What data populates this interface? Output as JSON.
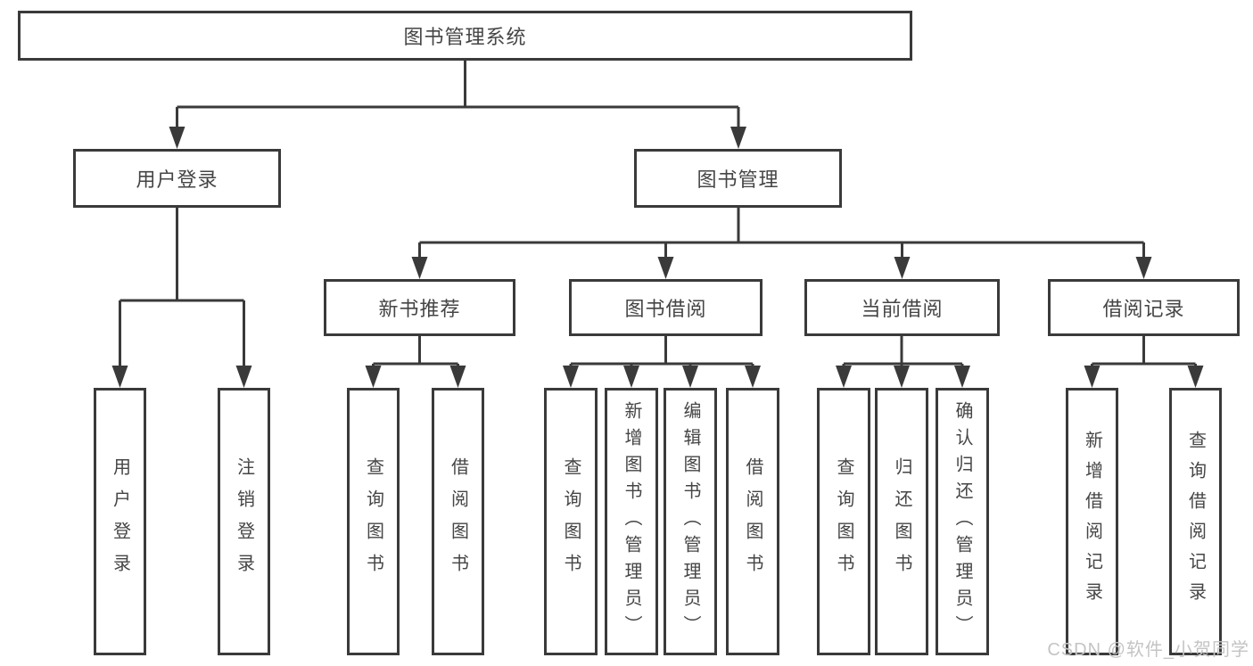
{
  "diagram_title": "图书管理系统",
  "tree": {
    "root": {
      "label": "图书管理系统"
    },
    "branches": [
      {
        "label": "用户登录",
        "children": [
          {
            "label": "用户登录"
          },
          {
            "label": "注销登录"
          }
        ]
      },
      {
        "label": "图书管理",
        "children": [
          {
            "label": "新书推荐",
            "children": [
              {
                "label": "查询图书"
              },
              {
                "label": "借阅图书"
              }
            ]
          },
          {
            "label": "图书借阅",
            "children": [
              {
                "label": "查询图书"
              },
              {
                "label": "新增图书（管理员）"
              },
              {
                "label": "编辑图书（管理员）"
              },
              {
                "label": "借阅图书"
              }
            ]
          },
          {
            "label": "当前借阅",
            "children": [
              {
                "label": "查询图书"
              },
              {
                "label": "归还图书"
              },
              {
                "label": "确认归还（管理员）"
              }
            ]
          },
          {
            "label": "借阅记录",
            "children": [
              {
                "label": "新增借阅记录"
              },
              {
                "label": "查询借阅记录"
              }
            ]
          }
        ]
      }
    ]
  },
  "watermark": {
    "text": "CSDN @软件_小贺同学"
  },
  "colors": {
    "line": "#3a3a3a",
    "text": "#454545",
    "box_background": "#ffffff",
    "page_background": "#ffffff",
    "watermark": "#c4c4c4"
  }
}
